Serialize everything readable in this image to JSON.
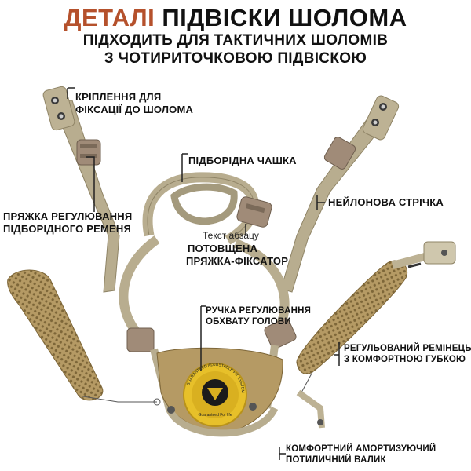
{
  "header": {
    "title_accent": "ДЕТАЛІ",
    "title_rest": "ПІДВІСКИ ШОЛОМА",
    "subtitle_line1": "ПІДХОДИТЬ ДЛЯ ТАКТИЧНИХ ШОЛОМІВ",
    "subtitle_line2": "З ЧОТИРИТОЧКОВОЮ ПІДВІСКОЮ"
  },
  "labels": {
    "mount_line1": "КРІПЛЕННЯ ДЛЯ",
    "mount_line2": "ФІКСАЦІЇ ДО ШОЛОМА",
    "chin_cup": "ПІДБОРІДНА ЧАШКА",
    "nylon_strap": "НЕЙЛОНОВА СТРІЧКА",
    "chin_buckle_line1": "ПРЯЖКА РЕГУЛЮВАННЯ",
    "chin_buckle_line2": "ПІДБОРІДНОГО РЕМЕНЯ",
    "placeholder_text": "Текст абзацу",
    "lock_buckle_line1": "ПОТОВЩЕНА",
    "lock_buckle_line2": "ПРЯЖКА-ФІКСАТОР",
    "dial_line1": "РУЧКА РЕГУЛЮВАННЯ",
    "dial_line2": "ОБХВАТУ ГОЛОВИ",
    "comfort_strap_line1": "РЕГУЛЬОВАНИЙ РЕМІНЕЦЬ",
    "comfort_strap_line2": "З КОМФОРТНОЮ ГУБКОЮ",
    "pad_line1": "КОМФОРТНИЙ АМОРТИЗУЮЧИЙ",
    "pad_line2": "ПОТИЛИЧНИЙ ВАЛИК"
  },
  "dial": {
    "ring_text": "GUARANTEED ADJUSTABLE FIT SYSTEM",
    "center_text": "Guaranteed For life"
  },
  "colors": {
    "accent": "#b5512c",
    "strap": "#b8ad8f",
    "strap_edge": "#8f8466",
    "buckle": "#a08b78",
    "pad": "#b59a64",
    "dial_yellow": "#e7c02a",
    "line": "#222222"
  }
}
